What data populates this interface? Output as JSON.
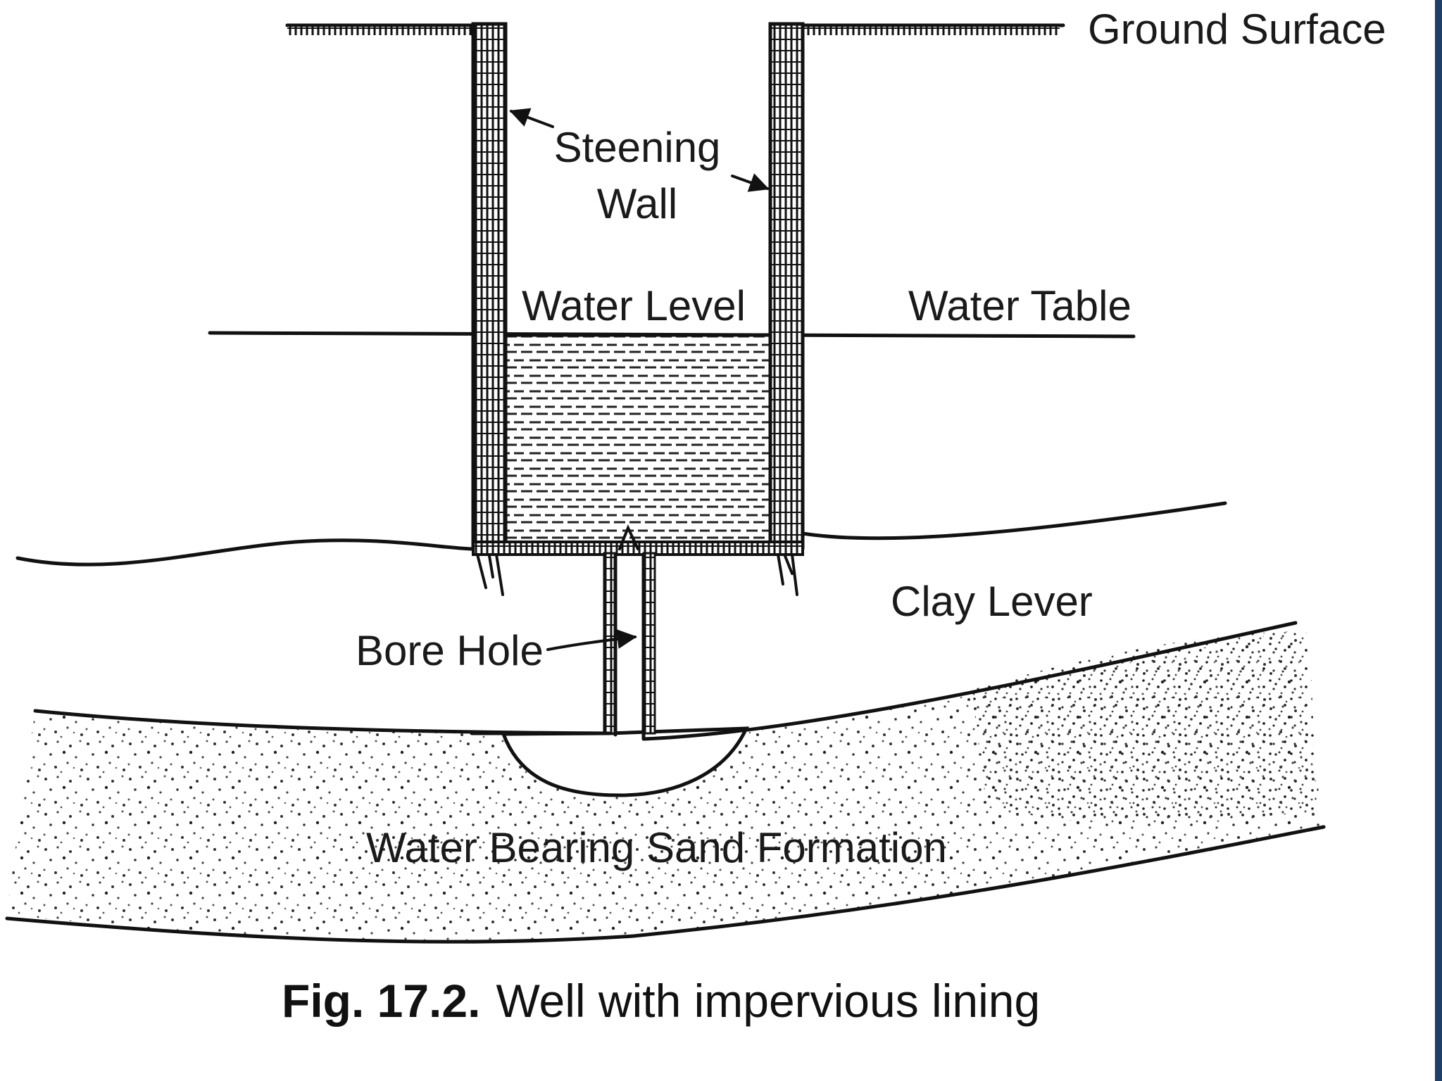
{
  "labels": {
    "ground_surface": "Ground Surface",
    "steening_line1": "Steening",
    "steening_line2": "Wall",
    "water_level": "Water Level",
    "water_table": "Water Table",
    "clay_layer": "Clay Lever",
    "bore_hole": "Bore Hole",
    "sand_formation": "Water Bearing Sand Formation"
  },
  "caption": {
    "number": "Fig. 17.2.",
    "text": "Well with impervious lining"
  },
  "colors": {
    "ink": "#111111",
    "background": "#ffffff",
    "edge_strip": "#1f3f66"
  }
}
